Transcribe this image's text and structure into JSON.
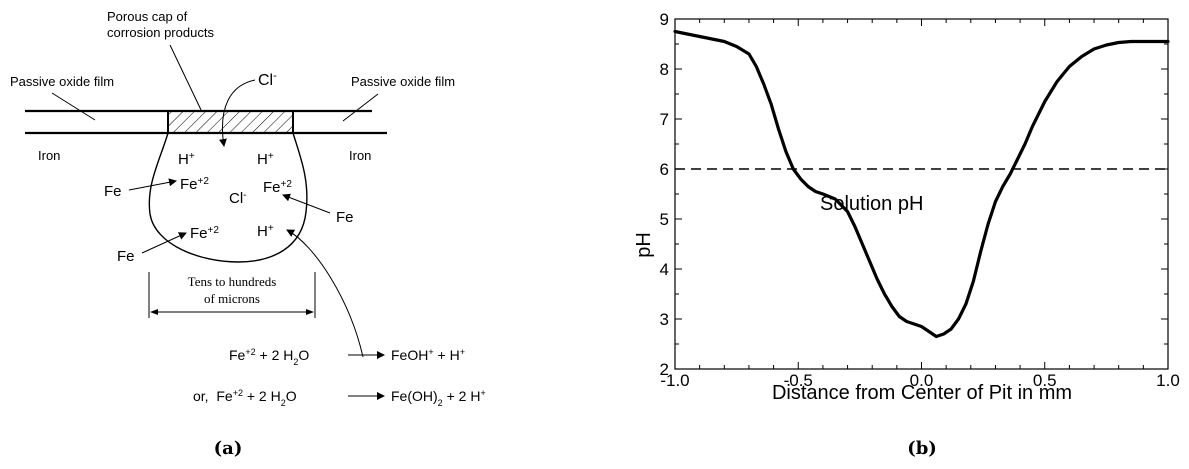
{
  "panel_a": {
    "caption": "(a)",
    "cap_label_line1": "Porous cap of",
    "cap_label_line2": "corrosion products",
    "film_left": "Passive oxide film",
    "film_right": "Passive oxide film",
    "iron_left": "Iron",
    "iron_right": "Iron",
    "cl_top": "Cl",
    "cl_top_sup": "-",
    "h_plus_1": "H",
    "h_plus_1_sup": "+",
    "h_plus_2": "H",
    "h_plus_2_sup": "+",
    "fe2_1": "Fe",
    "fe2_1_sup": "+2",
    "cl_mid": "Cl",
    "cl_mid_sup": "-",
    "fe2_2": "Fe",
    "fe2_2_sup": "+2",
    "fe2_3": "Fe",
    "fe2_3_sup": "+2",
    "h_plus_3": "H",
    "h_plus_3_sup": "+",
    "fe_left_1": "Fe",
    "fe_left_2": "Fe",
    "fe_right": "Fe",
    "dim_line1": "Tens to hundreds",
    "dim_line2": "of microns",
    "eq1_lhs": "Fe",
    "eq1_lhs_sup": "+2",
    "eq1_lhs_rest": " + 2 H",
    "eq1_lhs_sub": "2",
    "eq1_lhs_end": "O",
    "eq1_rhs": "FeOH",
    "eq1_rhs_sup": "+",
    "eq1_rhs_rest": " + H",
    "eq1_rhs_sup2": "+",
    "eq2_prefix": "or,  ",
    "eq2_lhs": "Fe",
    "eq2_lhs_sup": "+2",
    "eq2_lhs_rest": " + 2 H",
    "eq2_lhs_sub": "2",
    "eq2_lhs_end": "O",
    "eq2_rhs": "Fe(OH)",
    "eq2_rhs_sub": "2",
    "eq2_rhs_rest": " + 2 H",
    "eq2_rhs_sup": "+"
  },
  "panel_b": {
    "caption": "(b)",
    "annotation": "Solution pH"
  },
  "chart_data": {
    "type": "line",
    "xlabel": "Distance from Center of Pit in mm",
    "ylabel": "pH",
    "xlim": [
      -1.0,
      1.0
    ],
    "ylim": [
      2,
      9
    ],
    "xticks": [
      -1.0,
      -0.5,
      0.0,
      0.5,
      1.0
    ],
    "xtick_labels": [
      "-1.0",
      "-0.5",
      "0.0",
      "0.5",
      "1.0"
    ],
    "yticks": [
      2,
      3,
      4,
      5,
      6,
      7,
      8,
      9
    ],
    "ytick_labels": [
      "2",
      "3",
      "4",
      "5",
      "6",
      "7",
      "8",
      "9"
    ],
    "grid": false,
    "reference_line": {
      "y": 6.0,
      "style": "dashed",
      "label": "Solution pH"
    },
    "series": [
      {
        "x": [
          -1.0,
          -0.95,
          -0.9,
          -0.85,
          -0.8,
          -0.75,
          -0.7,
          -0.67,
          -0.64,
          -0.61,
          -0.58,
          -0.55,
          -0.52,
          -0.49,
          -0.46,
          -0.43,
          -0.4,
          -0.35,
          -0.3,
          -0.27,
          -0.24,
          -0.21,
          -0.18,
          -0.15,
          -0.12,
          -0.09,
          -0.06,
          -0.03,
          0.0,
          0.03,
          0.06,
          0.09,
          0.12,
          0.15,
          0.18,
          0.21,
          0.24,
          0.27,
          0.3,
          0.33,
          0.36,
          0.39,
          0.42,
          0.45,
          0.5,
          0.55,
          0.6,
          0.65,
          0.7,
          0.75,
          0.8,
          0.85,
          0.9,
          0.95,
          1.0
        ],
        "y": [
          8.75,
          8.7,
          8.65,
          8.6,
          8.55,
          8.45,
          8.3,
          8.05,
          7.7,
          7.3,
          6.8,
          6.35,
          6.0,
          5.8,
          5.65,
          5.55,
          5.5,
          5.4,
          5.15,
          4.85,
          4.5,
          4.15,
          3.8,
          3.5,
          3.25,
          3.05,
          2.95,
          2.9,
          2.85,
          2.75,
          2.65,
          2.7,
          2.8,
          3.0,
          3.3,
          3.75,
          4.35,
          4.9,
          5.35,
          5.65,
          5.9,
          6.2,
          6.5,
          6.85,
          7.35,
          7.75,
          8.05,
          8.25,
          8.4,
          8.48,
          8.53,
          8.55,
          8.55,
          8.55,
          8.55
        ]
      }
    ]
  }
}
